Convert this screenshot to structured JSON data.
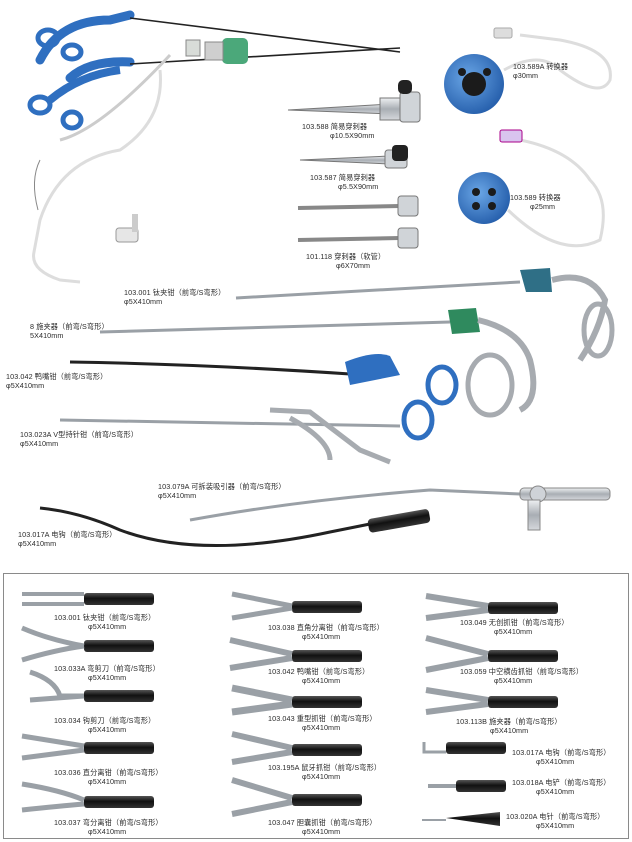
{
  "top": {
    "items": [
      {
        "code": "103.589A 转换器",
        "spec": "φ30mm"
      },
      {
        "code": "103.588 简易穿刺器",
        "spec": "φ10.5X90mm"
      },
      {
        "code": "103.587 简易穿刺器",
        "spec": "φ5.5X90mm"
      },
      {
        "code": "103.589 转换器",
        "spec": "φ25mm"
      },
      {
        "code": "101.118 穿刺器（软管）",
        "spec": "φ6X70mm"
      },
      {
        "code": "103.001 钛夹钳（前弯/S弯形）",
        "spec": "φ5X410mm"
      },
      {
        "code": "8 施夹器（前弯/S弯形）",
        "spec": "5X410mm"
      },
      {
        "code": "103.042 鸭嘴钳（前弯/S弯形）",
        "spec": "φ5X410mm"
      },
      {
        "code": "103.023A V型持针钳（前弯/S弯形）",
        "spec": "φ5X410mm"
      },
      {
        "code": "103.079A 可拆装吸引器（前弯/S弯形）",
        "spec": "φ5X410mm"
      },
      {
        "code": "103.017A 电钩（前弯/S弯形）",
        "spec": "φ5X410mm"
      }
    ]
  },
  "bottom": {
    "col1": [
      {
        "code": "103.001 钛夹钳（前弯/S弯形）",
        "spec": "φ5X410mm"
      },
      {
        "code": "103.033A 弯剪刀（前弯/S弯形）",
        "spec": "φ5X410mm"
      },
      {
        "code": "103.034 钩剪刀（前弯/S弯形）",
        "spec": "φ5X410mm"
      },
      {
        "code": "103.036 直分离钳（前弯/S弯形）",
        "spec": "φ5X410mm"
      },
      {
        "code": "103.037 弯分离钳（前弯/S弯形）",
        "spec": "φ5X410mm"
      }
    ],
    "col2": [
      {
        "code": "103.038 直角分离钳（前弯/S弯形）",
        "spec": "φ5X410mm"
      },
      {
        "code": "103.042 鸭嘴钳（前弯/S弯形）",
        "spec": "φ5X410mm"
      },
      {
        "code": "103.043 重型抓钳（前弯/S弯形）",
        "spec": "φ5X410mm"
      },
      {
        "code": "103.195A 鼠牙抓钳（前弯/S弯形）",
        "spec": "φ5X410mm"
      },
      {
        "code": "103.047 胆囊抓钳（前弯/S弯形）",
        "spec": "φ5X410mm"
      }
    ],
    "col3": [
      {
        "code": "103.049 无创抓钳（前弯/S弯形）",
        "spec": "φ5X410mm"
      },
      {
        "code": "103.059 中空横齿抓钳（前弯/S弯形）",
        "spec": "φ5X410mm"
      },
      {
        "code": "103.113B 施夹器（前弯/S弯形）",
        "spec": "φ5X410mm"
      },
      {
        "code": "103.017A 电钩（前弯/S弯形）",
        "spec": "φ5X410mm"
      },
      {
        "code": "103.018A 电铲（前弯/S弯形）",
        "spec": "φ5X410mm"
      },
      {
        "code": "103.020A 电针（前弯/S弯形）",
        "spec": "φ5X410mm"
      }
    ]
  },
  "colors": {
    "blue": "#2f6fc0",
    "green": "#4ba87a",
    "teal": "#2f6f86",
    "steel": "#b9bec4",
    "dark": "#1d1d1d"
  }
}
